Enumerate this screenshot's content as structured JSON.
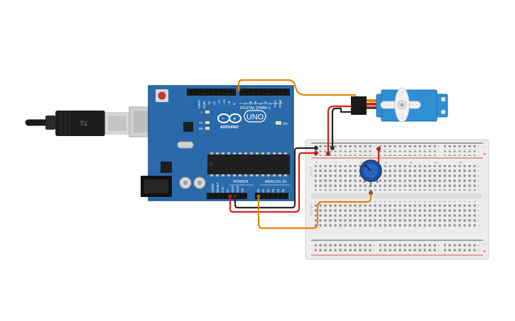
{
  "arduino": {
    "brand": "ARDUINO",
    "model": "UNO",
    "digital_header_label": "DIGITAL (PWM~)",
    "power_label": "POWER",
    "analog_label": "ANALOG IN",
    "aref_label": "AREF",
    "gnd_label": "GND",
    "pin13": "13",
    "pin12": "12",
    "pin11": "~11",
    "pin10": "~10",
    "pin9": "~9",
    "pin8": "8",
    "pin7": "7",
    "pin6": "~6",
    "pin5": "~5",
    "pin4": "4",
    "pin3": "~3",
    "pin2": "2",
    "tx1": "TX▸1",
    "rx0": "RX◂0",
    "led_l": "L",
    "led_tx": "TX",
    "led_rx": "RX",
    "led_on": "ON",
    "ioref": "IOREF",
    "reset": "RESET",
    "v33": "3.3V",
    "v5": "5V",
    "gnd1": "GND",
    "gnd2": "GND",
    "vin": "Vin",
    "a0": "A0",
    "a1": "A1",
    "a2": "A2",
    "a3": "A3",
    "a4": "A4",
    "a5": "A5"
  },
  "breadboard": {
    "top_row_letters": "j i h g f",
    "bottom_row_letters": "e d c b a",
    "plus": "+",
    "minus": "−",
    "col_1": "1",
    "col_5": "5",
    "col_10": "10",
    "col_15": "15",
    "col_20": "20",
    "col_25": "25",
    "col_30": "30"
  },
  "colors": {
    "arduino_board": "#2a6aab",
    "arduino_edge": "#1e5590",
    "wire_orange": "#e8820c",
    "wire_red": "#d91e18",
    "wire_black": "#222222",
    "servo_body": "#2f8fd4",
    "potentiometer": "#1f4f9a",
    "breadboard": "#ececec"
  },
  "icons": [
    "usb-cable-icon",
    "reset-button-icon",
    "arduino-infinity-logo-icon",
    "servo-motor-icon",
    "potentiometer-icon",
    "dc-barrel-jack-icon"
  ]
}
